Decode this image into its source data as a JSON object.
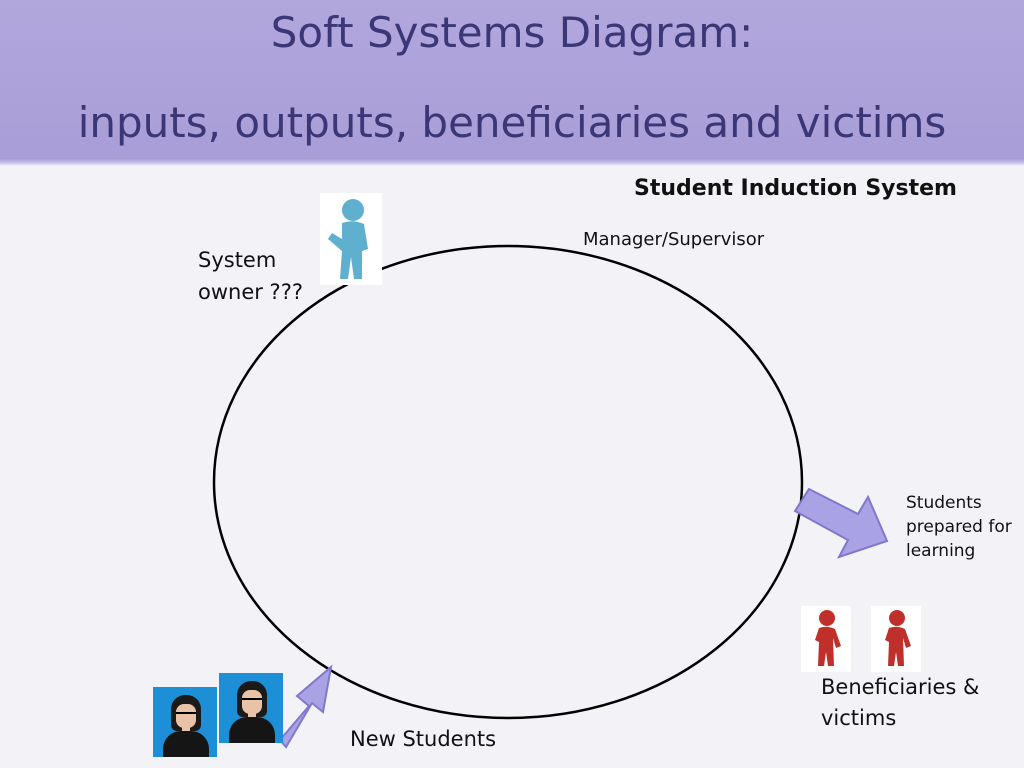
{
  "slide": {
    "title_line1": "Soft Systems Diagram:",
    "title_line2": "inputs, outputs, beneficiaries and victims"
  },
  "diagram": {
    "system_name": "Student Induction System",
    "manager_label": "Manager/Supervisor",
    "owner_label_line1": "System",
    "owner_label_line2": "owner ???",
    "output_label_line1": "Students",
    "output_label_line2": "prepared for",
    "output_label_line3": "learning",
    "beneficiaries_line1": "Beneficiaries &",
    "beneficiaries_line2": "victims",
    "input_label": "New Students"
  },
  "colors": {
    "header": "#aa9fd8",
    "title_text": "#3b3676",
    "arrow_fill": "#a9a3e6",
    "arrow_stroke": "#7f78cc",
    "owner_figure": "#5fb0cf",
    "beneficiary_figure": "#c0302a"
  },
  "icons": {
    "owner": "person-figure-icon",
    "beneficiary": "person-figure-icon",
    "students": "student-photo"
  }
}
